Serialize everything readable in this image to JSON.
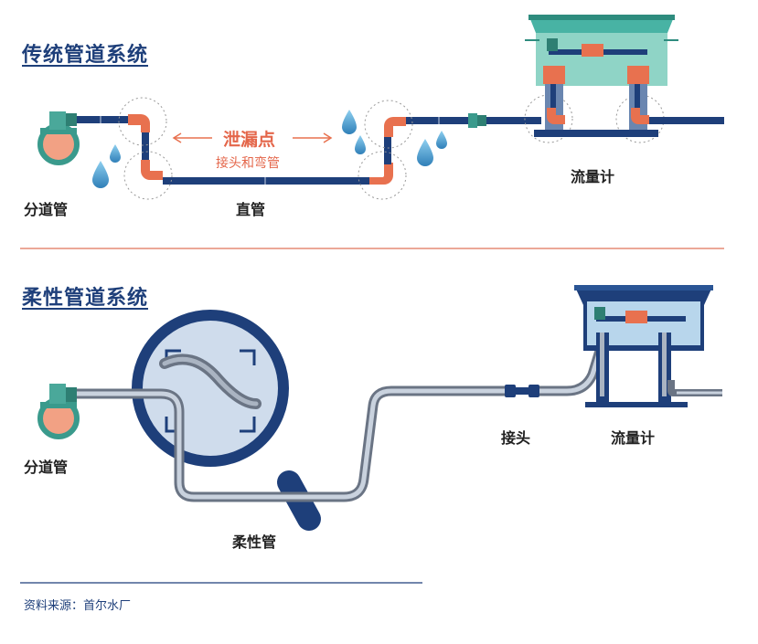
{
  "traditional": {
    "title": "传统管道系统",
    "branch_label": "分道管",
    "straight_label": "直管",
    "meter_label": "流量计",
    "leak_label": "泄漏点",
    "leak_sub": "接头和弯管"
  },
  "flexible": {
    "title": "柔性管道系统",
    "branch_label": "分道管",
    "flex_label": "柔性管",
    "joint_label": "接头",
    "meter_label": "流量计"
  },
  "source": "资料来源：首尔水厂",
  "colors": {
    "navy": "#1e3f7a",
    "orange": "#e8714f",
    "teal": "#3a9a8c",
    "gray_pipe": "#8a96a8",
    "drop": "#2f8fc9",
    "divider": "#e0735a"
  }
}
